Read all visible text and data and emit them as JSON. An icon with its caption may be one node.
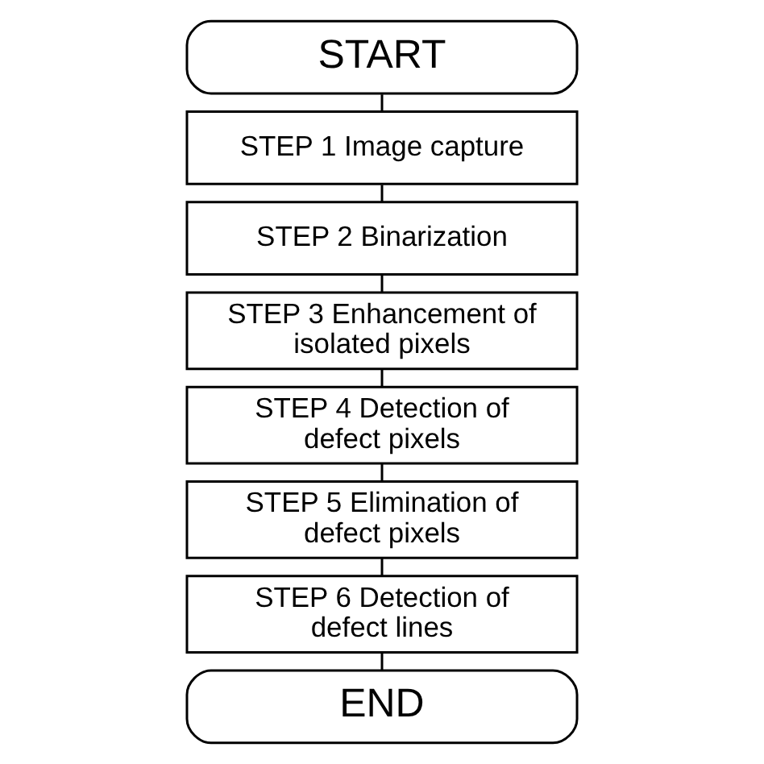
{
  "diagram": {
    "nodes": [
      {
        "text": [
          "START"
        ]
      },
      {
        "text": [
          "STEP 1 Image capture"
        ]
      },
      {
        "text": [
          "STEP 2 Binarization"
        ]
      },
      {
        "text": [
          "STEP 3 Enhancement of isolated pixels"
        ]
      },
      {
        "text": [
          "STEP 4 Detection of defect pixels"
        ]
      },
      {
        "text": [
          "STEP 5 Elimination of defect pixels"
        ]
      },
      {
        "text": [
          "STEP 6 Detection of defect lines"
        ]
      },
      {
        "text": [
          "END"
        ]
      }
    ],
    "edges": [
      {
        "from": 0,
        "to": 1,
        "arrow": "none"
      },
      {
        "from": 1,
        "to": 2,
        "arrow": "none"
      },
      {
        "from": 2,
        "to": 3,
        "arrow": "none"
      },
      {
        "from": 3,
        "to": 4,
        "arrow": "none"
      },
      {
        "from": 4,
        "to": 5,
        "arrow": "none"
      },
      {
        "from": 5,
        "to": 6,
        "arrow": "none"
      },
      {
        "from": 6,
        "to": 7,
        "arrow": "none"
      }
    ]
  }
}
